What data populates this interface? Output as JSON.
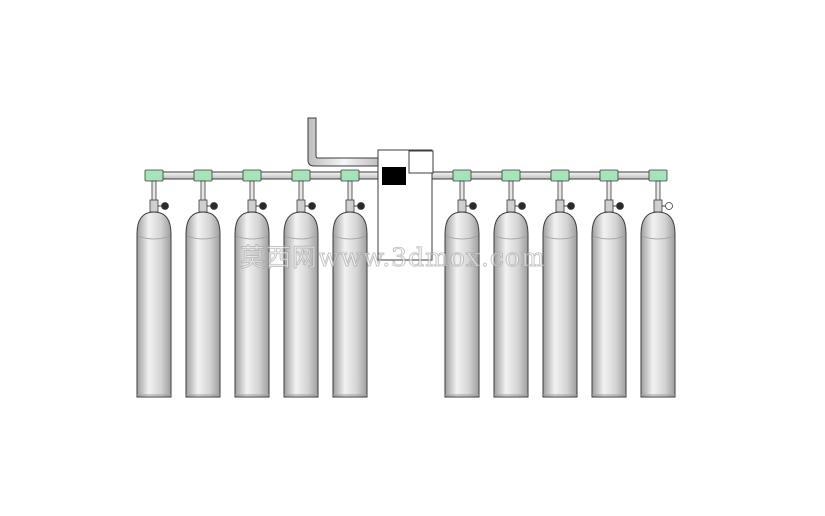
{
  "diagram": {
    "left_group_count": 5,
    "right_group_count": 5,
    "colors": {
      "background": "#ffffff",
      "cylinder_light": "#f2f2f2",
      "cylinder_mid": "#d4d4d4",
      "cylinder_dark": "#9e9e9e",
      "outline": "#3c3c3c",
      "fitting_green": "#a7e3b8",
      "valve_knob": "#2a2a2a",
      "gauge_face": "#ffffff",
      "panel_block": "#000000",
      "watermark_outline": "#9a9a9a"
    },
    "icons": [
      "gas-cylinder-icon",
      "valve-handle-icon",
      "manifold-pipe-icon",
      "control-panel-icon"
    ]
  },
  "watermark": {
    "text": "莫西网www.3dmox.com"
  }
}
